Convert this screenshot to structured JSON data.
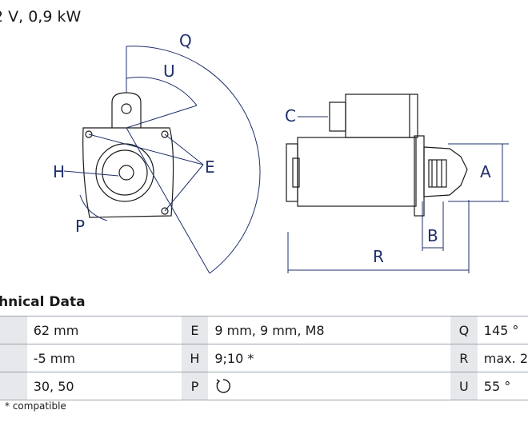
{
  "header": {
    "title": "2 V, 0,9 kW"
  },
  "drawing_labels": {
    "Q": "Q",
    "U": "U",
    "C": "C",
    "E": "E",
    "H": "H",
    "P": "P",
    "A": "A",
    "B": "B",
    "R": "R"
  },
  "section_title": "chnical Data",
  "spec_rows": [
    {
      "k1": "",
      "v1": "62 mm",
      "k2": "E",
      "v2": "9 mm, 9 mm, M8",
      "k3": "Q",
      "v3": "145 °"
    },
    {
      "k1": "",
      "v1": "-5 mm",
      "k2": "H",
      "v2": "9;10 *",
      "k3": "R",
      "v3": "max. 2"
    },
    {
      "k1": "",
      "v1": "30, 50",
      "k2": "P",
      "v2": "",
      "v2_icon": "clockwise-rotation-icon",
      "k3": "U",
      "v3": "55 °"
    }
  ],
  "footnote": "* compatible",
  "colors": {
    "line": "#1f2f6b",
    "table_key_bg": "#e6e8eb",
    "table_border": "#9aa4ae"
  }
}
